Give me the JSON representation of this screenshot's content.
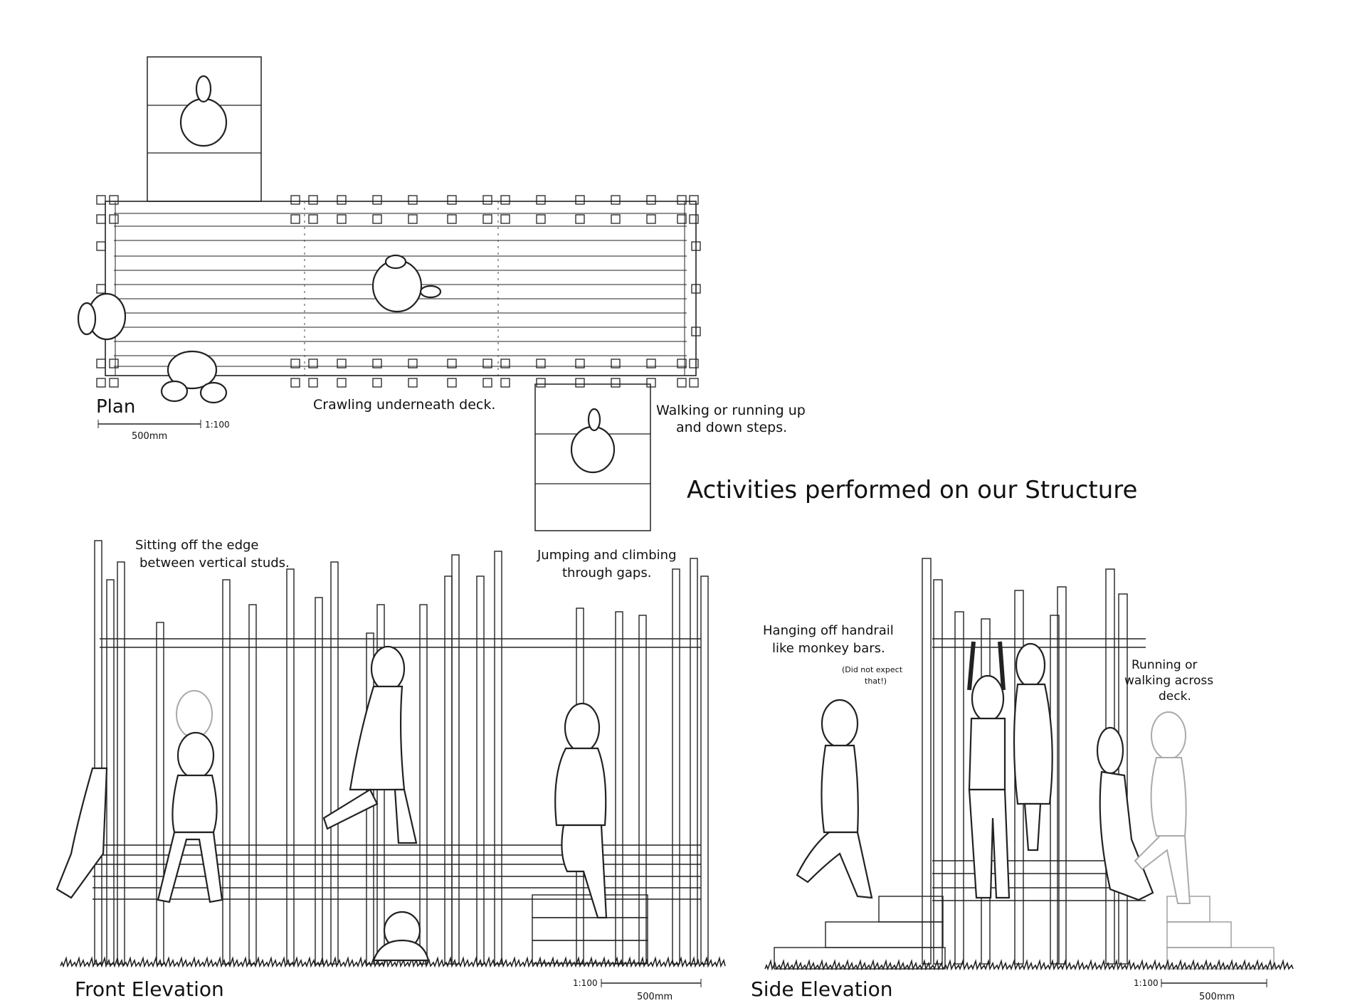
{
  "title": "Activities performed on our Structure",
  "views": {
    "plan": {
      "label": "Plan",
      "scale_ratio": "1:100",
      "scale_bar": "500mm",
      "notes": {
        "crawling": "Crawling underneath deck.",
        "steps_line1": "Walking or running up",
        "steps_line2": "and down steps."
      }
    },
    "front": {
      "label": "Front Elevation",
      "scale_ratio": "1:100",
      "scale_bar": "500mm",
      "notes": {
        "sitting_line1": "Sitting off the edge",
        "sitting_line2": "between vertical studs.",
        "jumping_line1": "Jumping and climbing",
        "jumping_line2": "through gaps."
      }
    },
    "side": {
      "label": "Side Elevation",
      "scale_ratio": "1:100",
      "scale_bar": "500mm",
      "notes": {
        "hanging_line1": "Hanging off handrail",
        "hanging_line2": "like monkey bars.",
        "aside_line1": "(Did not expect",
        "aside_line2": "that!)",
        "running_line1": "Running or",
        "running_line2": "walking across",
        "running_line3": "deck."
      }
    }
  }
}
